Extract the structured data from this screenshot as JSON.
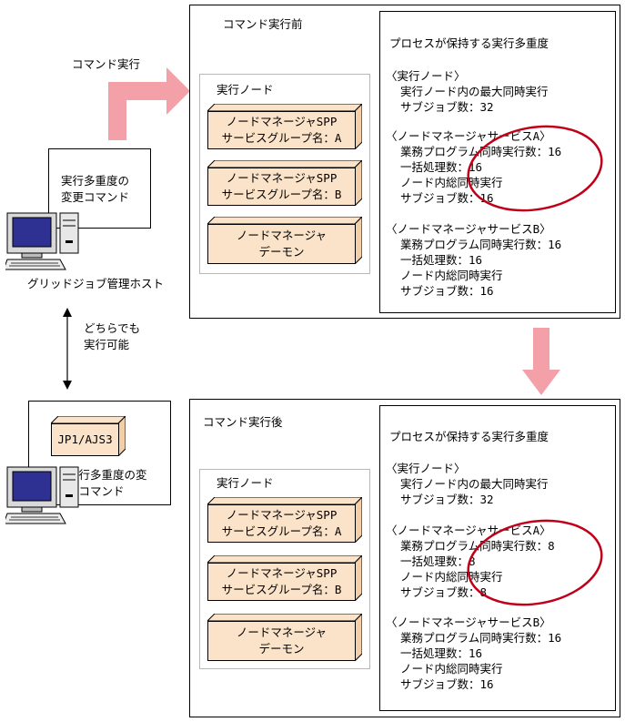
{
  "colors": {
    "box_fill": "#fbe3c9",
    "arrow_pink": "#f4a0a8",
    "arrow_pink_dark": "#ee8089",
    "circle_red": "#c00018",
    "monitor_screen": "#2e3191"
  },
  "left": {
    "command_exec_label": "コマンド実行",
    "cmd_box_top": [
      "実行多重度の",
      "変更コマンド"
    ],
    "host_label": "グリッドジョブ管理ホスト",
    "either_label": [
      "どちらでも",
      "実行可能"
    ],
    "jp1_label": "JP1/AJS3",
    "cmd_box_bottom": [
      "実行多重度の変",
      "更コマンド"
    ]
  },
  "before": {
    "title": "コマンド実行前",
    "exec_node_label": "実行ノード",
    "boxes": [
      [
        "ノードマネージャSPP",
        "サービスグループ名：A"
      ],
      [
        "ノードマネージャSPP",
        "サービスグループ名：B"
      ],
      [
        "ノードマネージャ",
        "デーモン"
      ]
    ],
    "process_title": "プロセスが保持する実行多重度",
    "sections": [
      {
        "header": "〈実行ノード〉",
        "lines": [
          "実行ノード内の最大同時実行",
          "サブジョブ数：32"
        ]
      },
      {
        "header": "〈ノードマネージャサービスA〉",
        "lines": [
          "業務プログラム同時実行数：16",
          "一括処理数：16",
          "ノード内総同時実行",
          "サブジョブ数：16"
        ]
      },
      {
        "header": "〈ノードマネージャサービスB〉",
        "lines": [
          "業務プログラム同時実行数：16",
          "一括処理数：16",
          "ノード内総同時実行",
          "サブジョブ数：16"
        ]
      }
    ]
  },
  "after": {
    "title": "コマンド実行後",
    "exec_node_label": "実行ノード",
    "boxes": [
      [
        "ノードマネージャSPP",
        "サービスグループ名：A"
      ],
      [
        "ノードマネージャSPP",
        "サービスグループ名：B"
      ],
      [
        "ノードマネージャ",
        "デーモン"
      ]
    ],
    "process_title": "プロセスが保持する実行多重度",
    "sections": [
      {
        "header": "〈実行ノード〉",
        "lines": [
          "実行ノード内の最大同時実行",
          "サブジョブ数：32"
        ]
      },
      {
        "header": "〈ノードマネージャサービスA〉",
        "lines": [
          "業務プログラム同時実行数：8",
          "一括処理数：8",
          "ノード内総同時実行",
          "サブジョブ数：8"
        ]
      },
      {
        "header": "〈ノードマネージャサービスB〉",
        "lines": [
          "業務プログラム同時実行数：16",
          "一括処理数：16",
          "ノード内総同時実行",
          "サブジョブ数：16"
        ]
      }
    ]
  }
}
